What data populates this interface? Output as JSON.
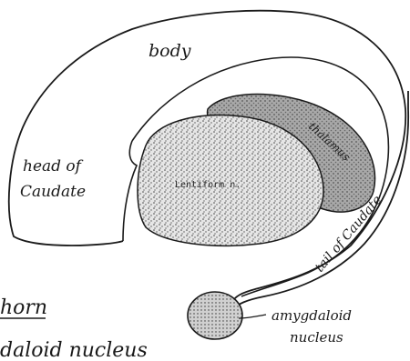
{
  "labels": {
    "body": "body",
    "head_line1": "head of",
    "head_line2": "Caudate",
    "lentiform": "Lentiform n.",
    "thalamus": "thalamus",
    "tail": "tail of Caudate",
    "amygdaloid_line1": "amygdaloid",
    "amygdaloid_line2": "nucleus",
    "horn": "horn",
    "bottom_partial": "daloid nucleus"
  },
  "colors": {
    "ink": "#1a1a1a",
    "paper": "#ffffff",
    "stipple": "#444444",
    "thalamus_fill": "#9a9a9a"
  }
}
